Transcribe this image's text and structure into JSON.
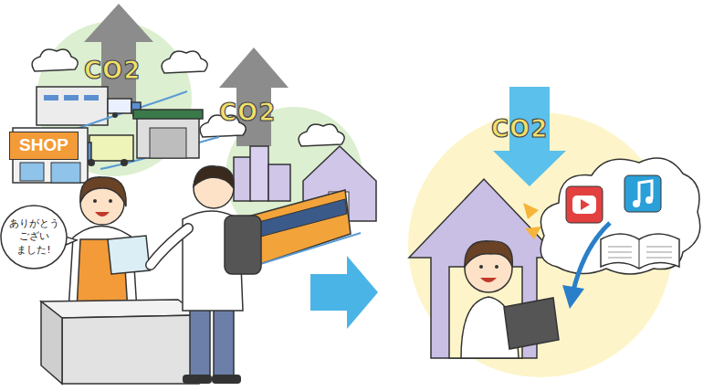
{
  "diagram": {
    "nodes": [
      {
        "text": [
          "SHOP"
        ]
      },
      {
        "text": [
          "ありがとう ござい ました!"
        ]
      }
    ],
    "labels": [
      "CO2",
      "CO2",
      "CO2"
    ]
  }
}
